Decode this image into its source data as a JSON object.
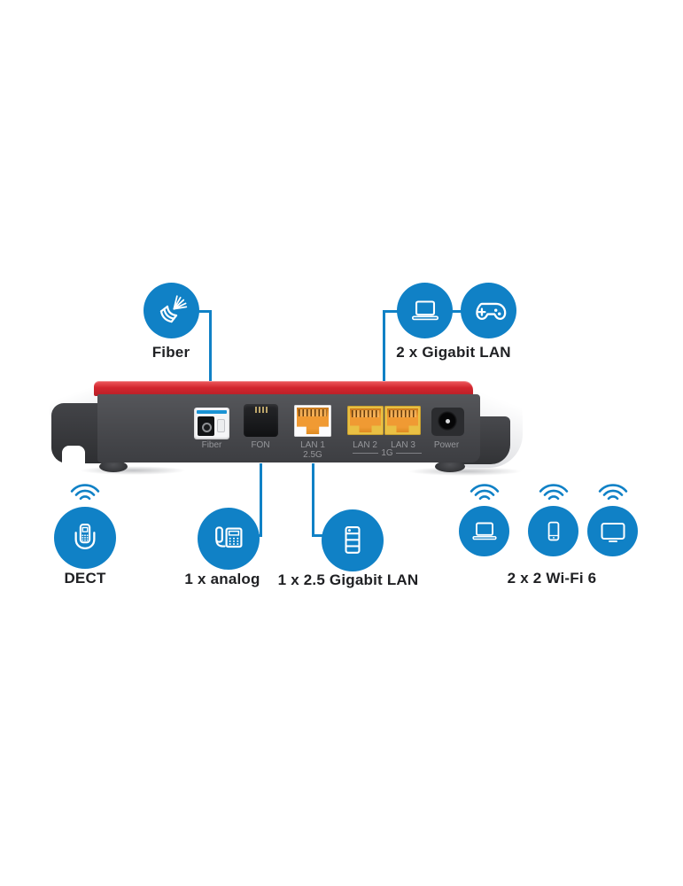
{
  "colors": {
    "brand_blue": "#1081c6",
    "band_red": "#d2262e",
    "port_orange": "#f09a33",
    "bezel_yellow": "#e9c044",
    "body_gray": "#47484c"
  },
  "callouts": {
    "fiber": {
      "label": "Fiber",
      "icon": "fiber-cable-icon"
    },
    "gigabit_lan": {
      "label": "2 x Gigabit LAN",
      "icons": [
        "laptop-icon",
        "gamepad-icon"
      ]
    },
    "dect": {
      "label": "DECT",
      "icon": "cordless-phone-icon"
    },
    "analog": {
      "label": "1 x analog",
      "icon": "desk-phone-icon"
    },
    "lan_25g": {
      "label": "1 x 2.5 Gigabit LAN",
      "icon": "server-icon"
    },
    "wifi": {
      "label": "2 x 2 Wi-Fi 6",
      "icons": [
        "laptop-icon",
        "smartphone-icon",
        "tv-icon"
      ]
    }
  },
  "router": {
    "ports": {
      "fiber": "Fiber",
      "fon": "FON",
      "lan1": "LAN 1",
      "lan1_speed": "2.5G",
      "lan2": "LAN 2",
      "lan3": "LAN 3",
      "lan_group_speed": "1G",
      "power": "Power"
    }
  }
}
